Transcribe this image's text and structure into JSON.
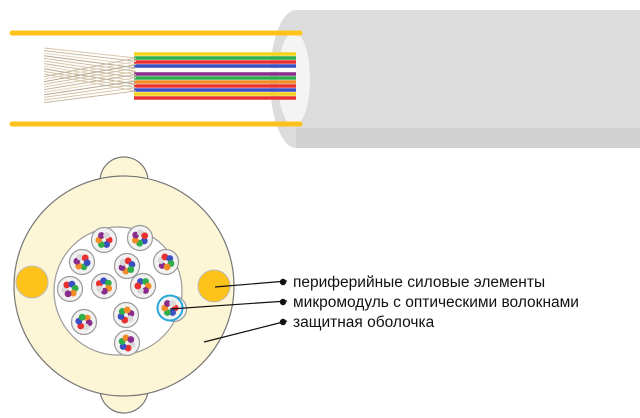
{
  "colors": {
    "sheath": "#dcdcdc",
    "sheath_shadow": "#c4c4c4",
    "inner_bore": "#f4f4f4",
    "strength_member": "#ffc21a",
    "cross_section_fill": "#fcf6d6",
    "cross_section_stroke": "#777777",
    "fiber_colors": [
      "#e8312f",
      "#3b4fc4",
      "#2fae4a",
      "#f28c28",
      "#8a2c8c",
      "#d9d9d9"
    ]
  },
  "labels": [
    {
      "id": "strength-members",
      "text": "периферийные силовые элементы"
    },
    {
      "id": "micromodule",
      "text": "микромодуль с оптическими волокнами"
    },
    {
      "id": "sheath",
      "text": "защитная оболочка"
    }
  ]
}
